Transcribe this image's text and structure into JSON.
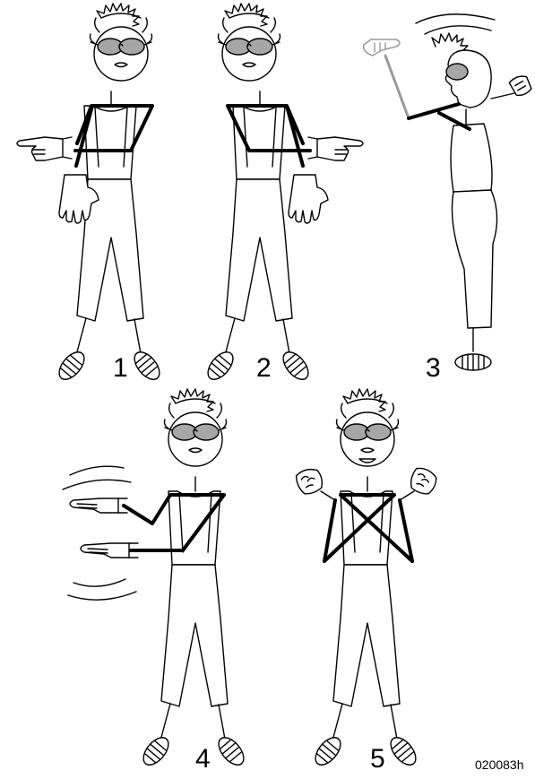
{
  "figures": [
    {
      "label": "1"
    },
    {
      "label": "2"
    },
    {
      "label": "3"
    },
    {
      "label": "4"
    },
    {
      "label": "5"
    }
  ],
  "figure_code": "020083h"
}
